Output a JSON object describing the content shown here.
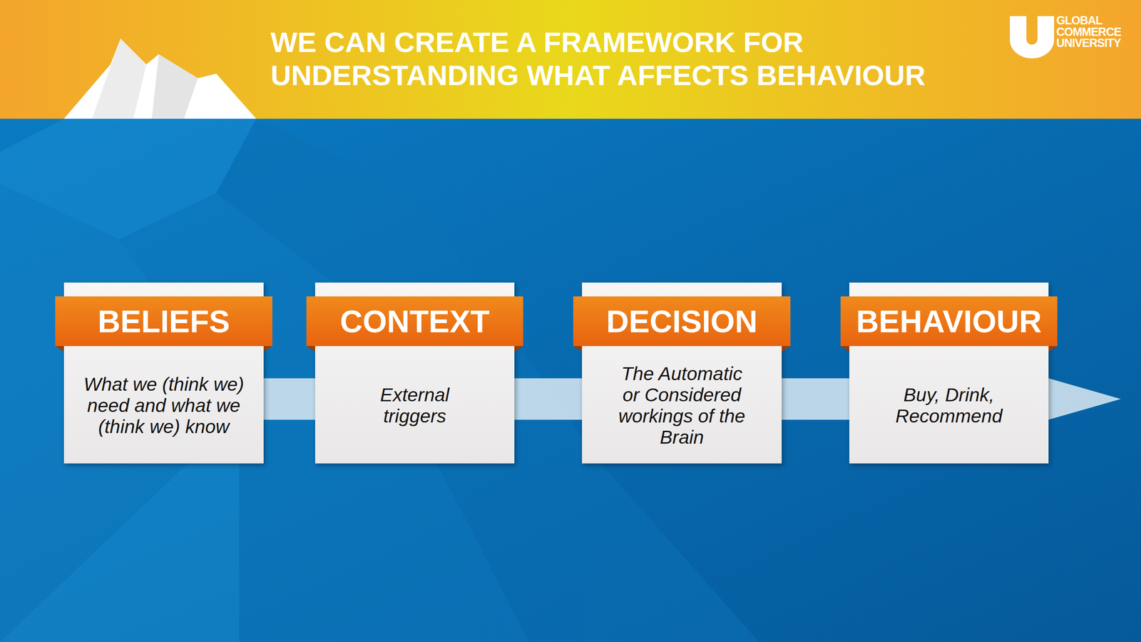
{
  "diagram": {
    "title": "WE CAN CREATE A FRAMEWORK FOR UNDERSTANDING WHAT AFFECTS BEHAVIOUR",
    "nodes": [
      {
        "text": [
          "BELIEFS",
          "What we (think we) need and what we (think we) know"
        ]
      },
      {
        "text": [
          "CONTEXT",
          "External triggers"
        ]
      },
      {
        "text": [
          "DECISION",
          "The Automatic or Considered workings of the Brain"
        ]
      },
      {
        "text": [
          "BEHAVIOUR",
          "Buy, Drink, Recommend"
        ]
      }
    ],
    "edges": [
      {
        "from": 0,
        "to": 1,
        "arrow": "none"
      },
      {
        "from": 1,
        "to": 2,
        "arrow": "none"
      },
      {
        "from": 2,
        "to": 3,
        "arrow": "none"
      }
    ],
    "labels": [
      "GLOBAL COMMERCE UNIVERSITY"
    ]
  }
}
